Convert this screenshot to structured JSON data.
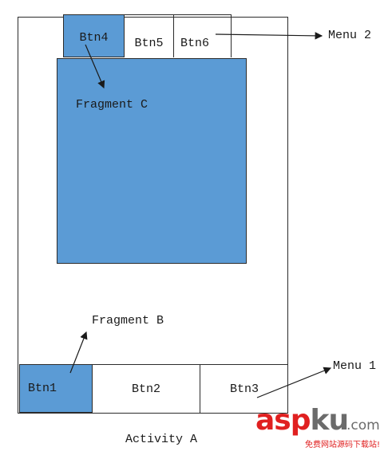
{
  "activity": {
    "label": "Activity A"
  },
  "menu_top": {
    "label": "Menu 2",
    "buttons": [
      {
        "label": "Btn4",
        "active": true
      },
      {
        "label": "Btn5",
        "active": false
      },
      {
        "label": "Btn6",
        "active": false
      }
    ]
  },
  "menu_bottom": {
    "label": "Menu 1",
    "buttons": [
      {
        "label": "Btn1",
        "active": true
      },
      {
        "label": "Btn2",
        "active": false
      },
      {
        "label": "Btn3",
        "active": false
      }
    ]
  },
  "fragment_c": {
    "label": "Fragment C"
  },
  "fragment_b": {
    "label": "Fragment B"
  },
  "watermark": {
    "brand_colored": "asp",
    "brand_dark": "ku",
    "domain": ".com",
    "tagline": "免费网站源码下载站!"
  },
  "colors": {
    "active_fill": "#5b9bd5",
    "border": "#2b2b2b",
    "watermark_red": "#e02020",
    "watermark_gray": "#6b6b6b"
  }
}
